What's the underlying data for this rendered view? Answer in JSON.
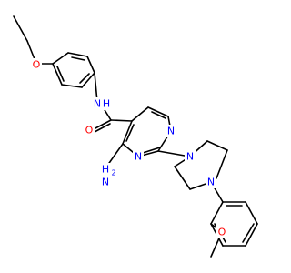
{
  "molecule": {
    "colors": {
      "bond": "#000000",
      "N": "#0000ff",
      "O": "#ff0000",
      "background": "#ffffff"
    },
    "labels": {
      "o_ethoxy": "O",
      "nh_amide": "N",
      "h_amide": "H",
      "o_carbonyl": "O",
      "n_pyr_upper": "N",
      "n_pyr_lower": "N",
      "nh2_n": "N",
      "nh2_h": "H",
      "nh2_sub": "2",
      "n_pip_top": "N",
      "n_pip_bottom": "N",
      "o_methoxy": "O"
    }
  }
}
